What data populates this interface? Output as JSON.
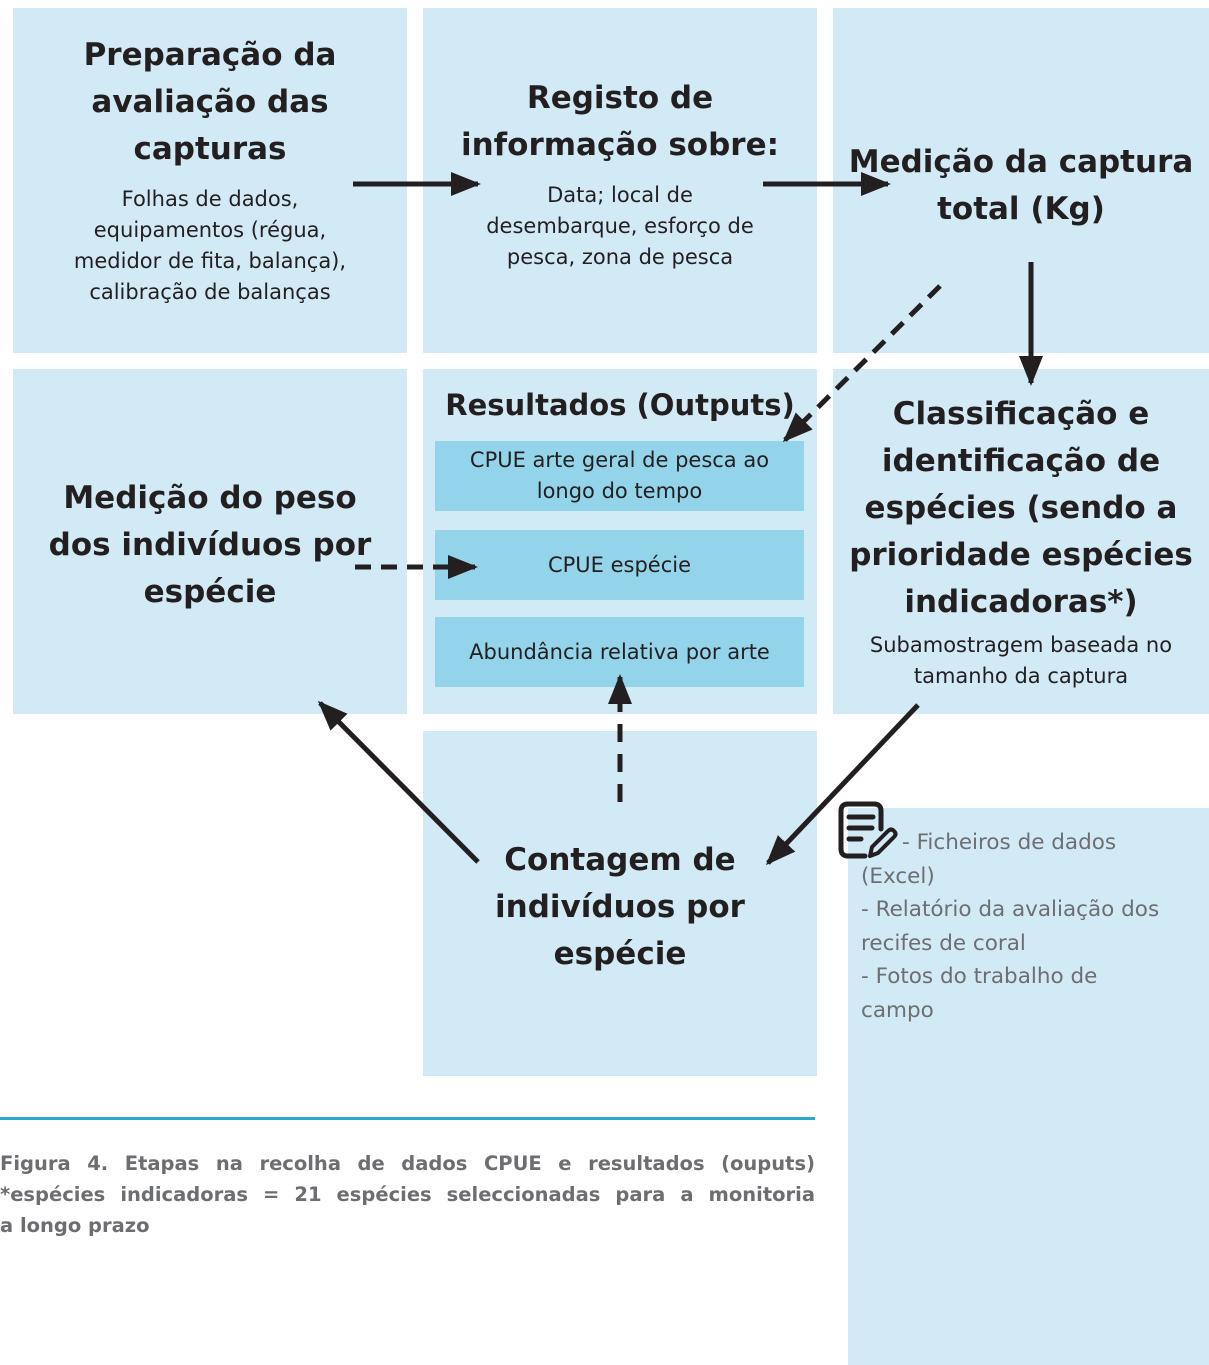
{
  "boxes": {
    "preparacao": {
      "title": [
        "Preparação da",
        "avaliação das",
        "capturas"
      ],
      "text": [
        "Folhas de dados,",
        "equipamentos (régua,",
        "medidor de fita, balança),",
        "calibração de balanças"
      ]
    },
    "registo": {
      "title": [
        "Registo de",
        "informação sobre:"
      ],
      "text": [
        "Data; local de",
        "desembarque, esforço de",
        "pesca, zona de pesca"
      ]
    },
    "medicao_captura": {
      "title": [
        "Medição da captura",
        "total (Kg)"
      ]
    },
    "medicao_peso": {
      "title": [
        "Medição do peso",
        "dos indivíduos por",
        "espécie"
      ]
    },
    "resultados": {
      "title": "Resultados (Outputs)",
      "outputs": [
        "CPUE arte geral de pesca ao|longo do tempo",
        "CPUE espécie",
        "Abundância relativa por arte"
      ]
    },
    "classificacao": {
      "title": [
        "Classificação e",
        "identificação de",
        "espécies (sendo a",
        "prioridade espécies",
        "indicadoras*)"
      ],
      "text": [
        "Subamostragem baseada no",
        "tamanho da captura"
      ]
    },
    "contagem": {
      "title": [
        "Contagem de",
        "indivíduos por",
        "espécie"
      ]
    }
  },
  "side_panel": {
    "icon": "document-edit-icon",
    "lines": [
      "      - Ficheiros de dados",
      "(Excel)",
      "- Relatório da avaliação dos",
      "recifes de coral",
      "- Fotos do trabalho de",
      "campo"
    ]
  },
  "caption": {
    "lines": [
      "Figura 4. Etapas na recolha de dados CPUE e resultados (ouputs)",
      "*espécies indicadoras = 21 espécies seleccionadas para a monitoria",
      "a longo prazo"
    ]
  },
  "colors": {
    "box": "#d2eaf5",
    "output_box": "#93d4ea",
    "arrow": "#231f20",
    "divider": "#2aa8d0",
    "caption": "#6d6e71"
  }
}
